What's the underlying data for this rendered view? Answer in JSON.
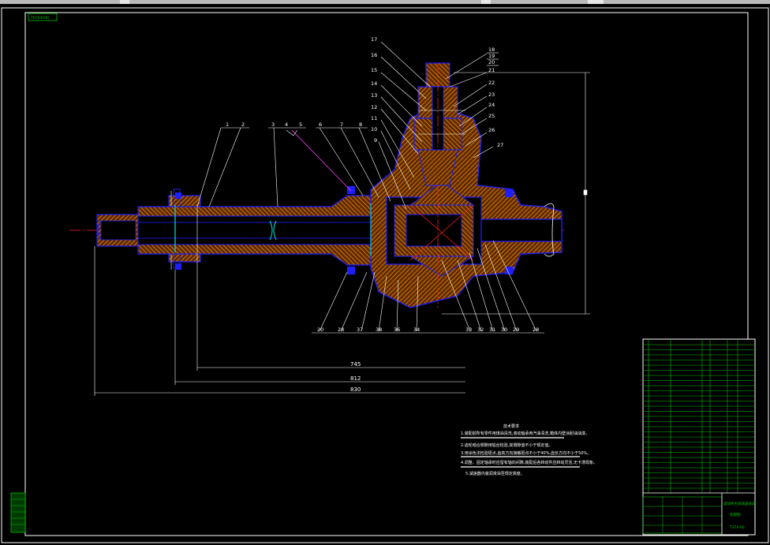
{
  "window": {
    "top_strip": "",
    "tag_label": "TSTX4590"
  },
  "colors": {
    "background": "#000000",
    "outline": "#1e1eff",
    "hatch": "#ff8a00",
    "centerline": "#ff1e1e",
    "leader": "#ffffff",
    "dimension": "#ffffff",
    "table": "#00c000",
    "highlight": "#ff40ff",
    "cyan": "#00e0e0"
  },
  "drawing": {
    "part_numbers_top": [
      "1",
      "2",
      "3",
      "4",
      "5",
      "6",
      "7",
      "8",
      "9",
      "10",
      "11",
      "12",
      "13",
      "14",
      "15",
      "16",
      "17"
    ],
    "part_numbers_right": [
      "18",
      "19",
      "20",
      "21",
      "22",
      "23",
      "24",
      "25",
      "26",
      "27"
    ],
    "part_numbers_bottom": [
      "20",
      "28",
      "37",
      "38",
      "36",
      "34",
      "33",
      "32",
      "31",
      "30",
      "29",
      "28"
    ],
    "dimensions": {
      "d1": "745",
      "d2": "812",
      "d3": "830"
    },
    "notes_title": "技术要求",
    "notes": [
      "1.装配前所有零件用煤油清洗,滚动轴承用汽油清洗,箱体内壁涂耐油油漆。",
      "2.齿轮啮合侧隙用铅丝检验,其侧隙值不小于规定值。",
      "3.用涂色法检验斑点,齿高方向接触斑点不小于40%,齿长方向不小于50%。",
      "4.调整、固定轴承时应留有轴向间隙,装配后各转动件应转动灵活,无卡滞现象。",
      "5.减速器内装润滑油至规定高度。"
    ]
  },
  "title_block": {
    "title": "驱动桥主减速器总成",
    "sub": "装配图",
    "code": "TSTX-00"
  }
}
